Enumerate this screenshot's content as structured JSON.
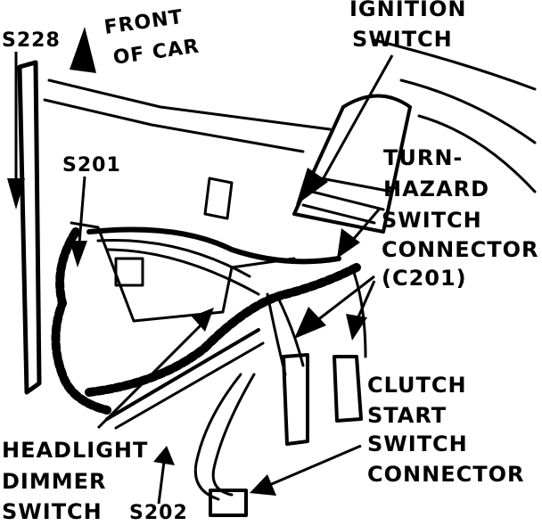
{
  "labels": {
    "s228": "S228",
    "front_1": "FRONT",
    "front_2": "OF CAR",
    "ignition_1": "IGNITION",
    "ignition_2": "SWITCH",
    "s201": "S201",
    "turn_1": "TURN-",
    "turn_2": "HAZARD",
    "turn_3": "SWITCH",
    "turn_4": "CONNECTOR",
    "turn_5": "(C201)",
    "clutch_1": "CLUTCH",
    "clutch_2": "START",
    "clutch_3": "SWITCH",
    "clutch_4": "CONNECTOR",
    "headlight_1": "HEADLIGHT",
    "headlight_2": "DIMMER",
    "headlight_3": "SWITCH",
    "s202": "S202"
  },
  "colors": {
    "ink": "#000000",
    "paper": "#ffffff"
  }
}
